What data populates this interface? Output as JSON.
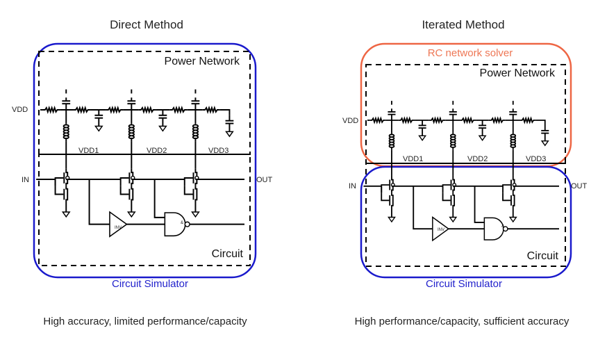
{
  "panels": [
    {
      "title": "Direct Method",
      "solvers": [
        {
          "label": "Circuit Simulator",
          "color": "#1a1acc"
        }
      ],
      "power_network_label": "Power Network",
      "circuit_label": "Circuit",
      "nodes": {
        "vdd": "VDD",
        "vdd1": "VDD1",
        "vdd2": "VDD2",
        "vdd3": "VDD3",
        "in": "IN",
        "out": "OUT"
      },
      "gates": {
        "inverter": "INV",
        "nand": "&"
      },
      "caption": "High accuracy, limited performance/capacity"
    },
    {
      "title": "Iterated Method",
      "solvers": [
        {
          "label": "RC network solver",
          "color": "#ee6644"
        },
        {
          "label": "Circuit Simulator",
          "color": "#1a1acc"
        }
      ],
      "power_network_label": "Power Network",
      "circuit_label": "Circuit",
      "nodes": {
        "vdd": "VDD",
        "vdd1": "VDD1",
        "vdd2": "VDD2",
        "vdd3": "VDD3",
        "in": "IN",
        "out": "OUT"
      },
      "gates": {
        "inverter": "INV",
        "nand": "&"
      },
      "caption": "High performance/capacity, sufficient accuracy"
    }
  ]
}
